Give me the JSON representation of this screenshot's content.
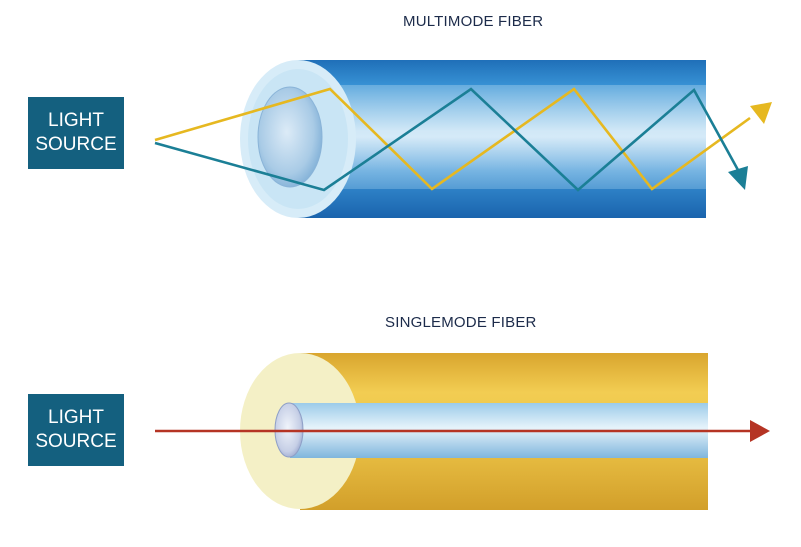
{
  "multimode": {
    "title": "MULTIMODE FIBER",
    "source_line1": "LIGHT",
    "source_line2": "SOURCE"
  },
  "singlemode": {
    "title": "SINGLEMODE FIBER",
    "source_line1": "LIGHT",
    "source_line2": "SOURCE"
  },
  "colors": {
    "source_box": "#14607f",
    "multimode_cladding": "#2f86cc",
    "singlemode_cladding": "#e2b436",
    "yellow_ray": "#e6b820",
    "teal_ray": "#1b7f96",
    "red_ray": "#b53424"
  }
}
